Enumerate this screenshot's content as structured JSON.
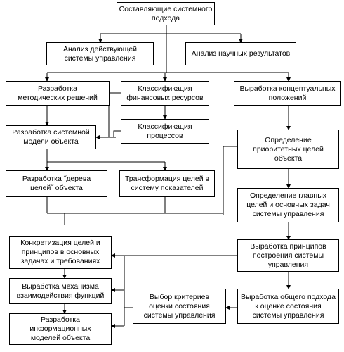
{
  "boxes": {
    "b1": "Составляющие системного\nподхода",
    "b2": "Анализ действующей\nсистемы управления",
    "b3": "Анализ научных результатов",
    "b4": "Разработка\nметодических решений",
    "b5": "Классификация\nфинансовых ресурсов",
    "b6": "Выработка концептуальных\nположений",
    "b7": "Разработка системной\nмодели объекта",
    "b8": "Классификация\nпроцессов",
    "b9": "Определение\nприоритетных целей\nобъекта",
    "b10": "Разработка ˝дерева\nцелей˝ объекта",
    "b11": "Трансформация целей в\nсистему показателей",
    "b12": "Определение главных\nцелей и основных задач\nсистемы управления",
    "b13": "Конкретизация целей и\nпринципов в основных\nзадачах и требованиях",
    "b14": "Выработка принципов\nпостроения системы\nуправления",
    "b15": "Выработка механизма\nвзаимодействия  функций",
    "b16": "Выбор критериев\nоценки состояния\nсистемы управления",
    "b17": "Выработка общего подхода\nк оценке состояния\nсистемы управления",
    "b18": "Разработка\nинформационных\nмоделей объекта"
  }
}
